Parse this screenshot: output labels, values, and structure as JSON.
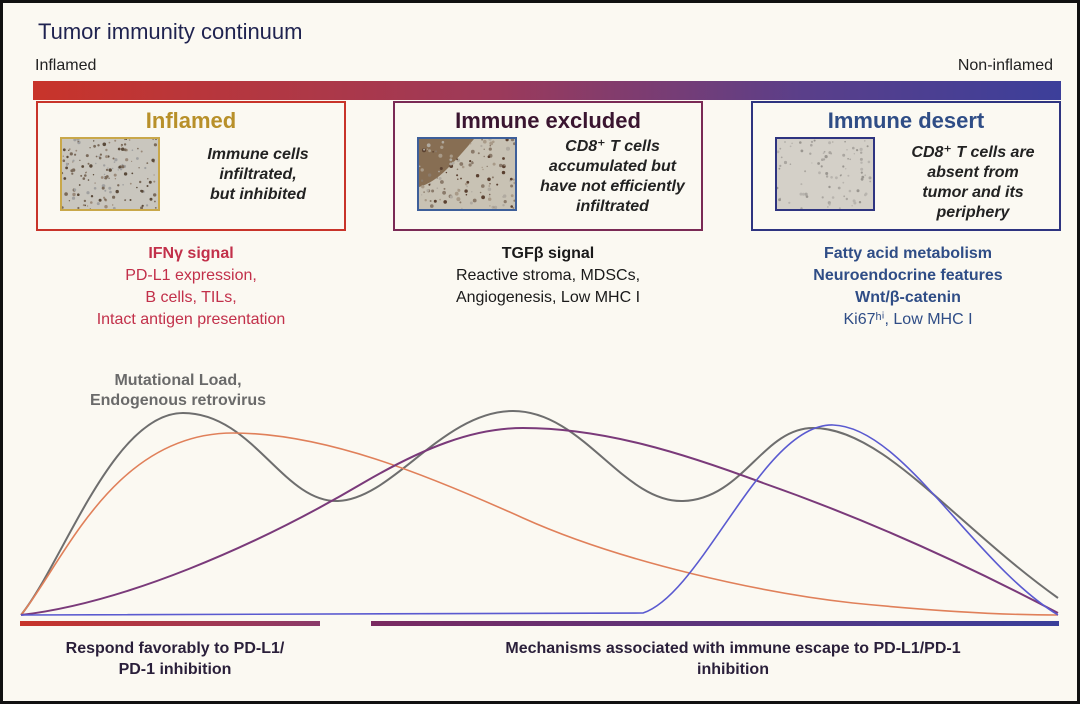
{
  "title": "Tumor immunity continuum",
  "continuum": {
    "left_label": "Inflamed",
    "right_label": "Non-inflamed"
  },
  "phenotypes": [
    {
      "name": "Inflamed",
      "color": "#b8902a",
      "border_color": "#c8342a",
      "description": [
        "Immune cells",
        "infiltrated,",
        "but inhibited"
      ],
      "signal_color": "#c2304a",
      "signal_title": "IFNγ signal",
      "signal_lines": [
        "PD-L1 expression,",
        "B cells, TILs,",
        "Intact antigen presentation"
      ]
    },
    {
      "name": "Immune excluded",
      "color": "#3a1530",
      "border_color": "#7a2a55",
      "description": [
        "CD8⁺ T cells",
        "accumulated but",
        "have not efficiently",
        "infiltrated"
      ],
      "signal_color": "#1a1a1a",
      "signal_title": "TGFβ signal",
      "signal_lines": [
        "Reactive stroma, MDSCs,",
        "Angiogenesis, Low MHC I"
      ]
    },
    {
      "name": "Immune desert",
      "color": "#2f4d86",
      "border_color": "#2e3480",
      "description": [
        "CD8⁺ T cells are",
        "absent from",
        "tumor and its",
        "periphery"
      ],
      "signal_color": "#2f4d86",
      "signal_title_lines": [
        "Fatty acid metabolism",
        "Neuroendocrine features",
        "Wnt/β-catenin"
      ],
      "signal_lines": [
        "Ki67ʰⁱ, Low MHC I"
      ]
    }
  ],
  "curve_annotation": [
    "Mutational Load,",
    "Endogenous retrovirus"
  ],
  "curve_colors": {
    "gray": "#6e6e6e",
    "orange": "#e0805a",
    "purple": "#7a3a7a",
    "blue": "#5a5ad0"
  },
  "bottom": {
    "respond": [
      "Respond favorably to PD-L1/",
      "PD-1 inhibition"
    ],
    "escape": [
      "Mechanisms associated with immune escape to PD-L1/PD-1",
      "inhibition"
    ]
  }
}
